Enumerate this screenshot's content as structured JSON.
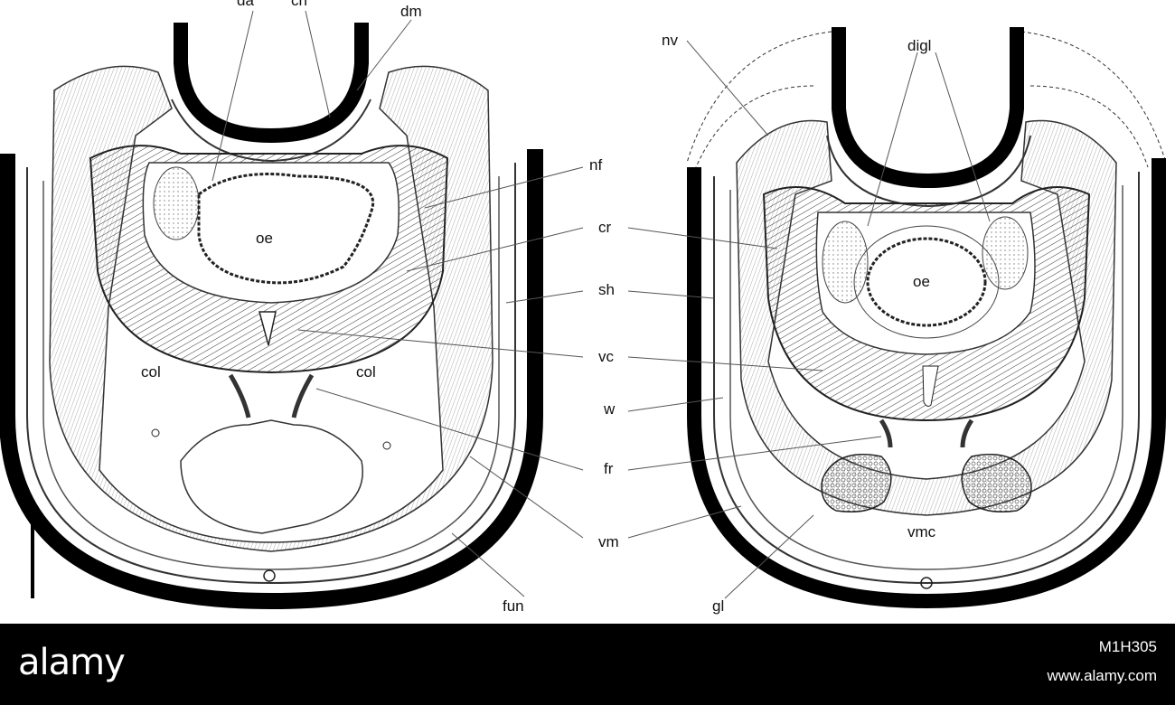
{
  "labels": {
    "da": "da",
    "ch": "ch",
    "dm": "dm",
    "nf": "nf",
    "cr": "cr",
    "sh": "sh",
    "vc": "vc",
    "w": "w",
    "fr": "fr",
    "vm": "vm",
    "fun": "fun",
    "gl": "gl",
    "nv": "nv",
    "digl": "digl",
    "vmc": "vmc",
    "oe_left": "oe",
    "oe_right": "oe",
    "col_left": "col",
    "col_right": "col"
  },
  "footer": {
    "brand": "alamy",
    "image_id": "M1H305",
    "site": "www.alamy.com"
  }
}
